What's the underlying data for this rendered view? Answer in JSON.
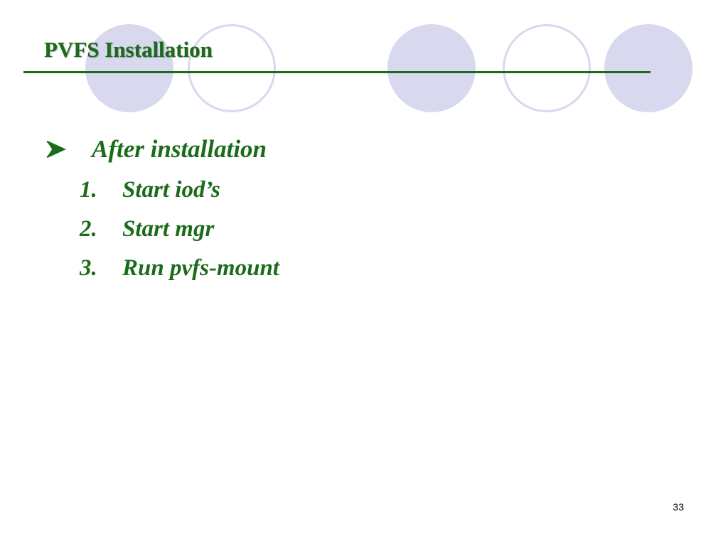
{
  "slide": {
    "title": "PVFS Installation",
    "bullet": {
      "icon": "arrowhead-bullet-icon",
      "text": "After installation"
    },
    "steps": [
      {
        "number": "1.",
        "text": "Start iod’s"
      },
      {
        "number": "2.",
        "text": "Start mgr"
      },
      {
        "number": "3.",
        "text": "Run pvfs-mount"
      }
    ],
    "page_number": "33"
  },
  "colors": {
    "accent": "#1a6b1a",
    "circle": "#d8d8ee",
    "background": "#ffffff"
  }
}
